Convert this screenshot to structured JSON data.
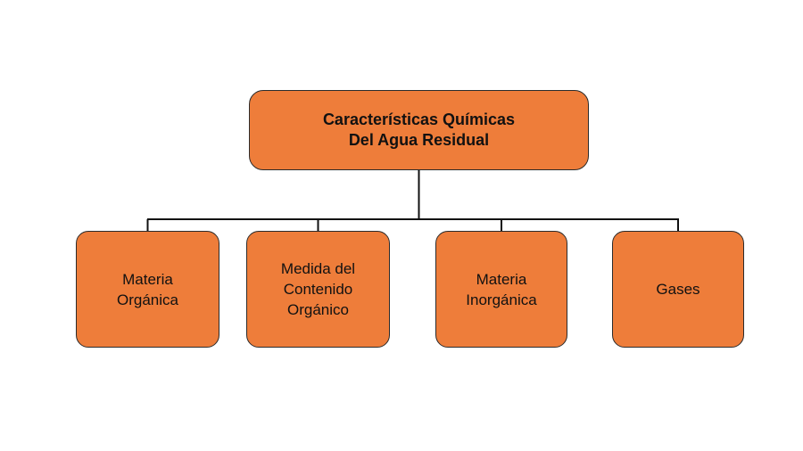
{
  "diagram": {
    "colors": {
      "box_fill": "#ee7d3a",
      "box_border": "#2b2b2b",
      "connector": "#111111"
    },
    "root": {
      "label": "Características Químicas\nDel Agua Residual"
    },
    "children": [
      {
        "label": "Materia\nOrgánica"
      },
      {
        "label": "Medida del\nContenido\nOrgánico"
      },
      {
        "label": "Materia\nInorgánica"
      },
      {
        "label": "Gases"
      }
    ]
  }
}
